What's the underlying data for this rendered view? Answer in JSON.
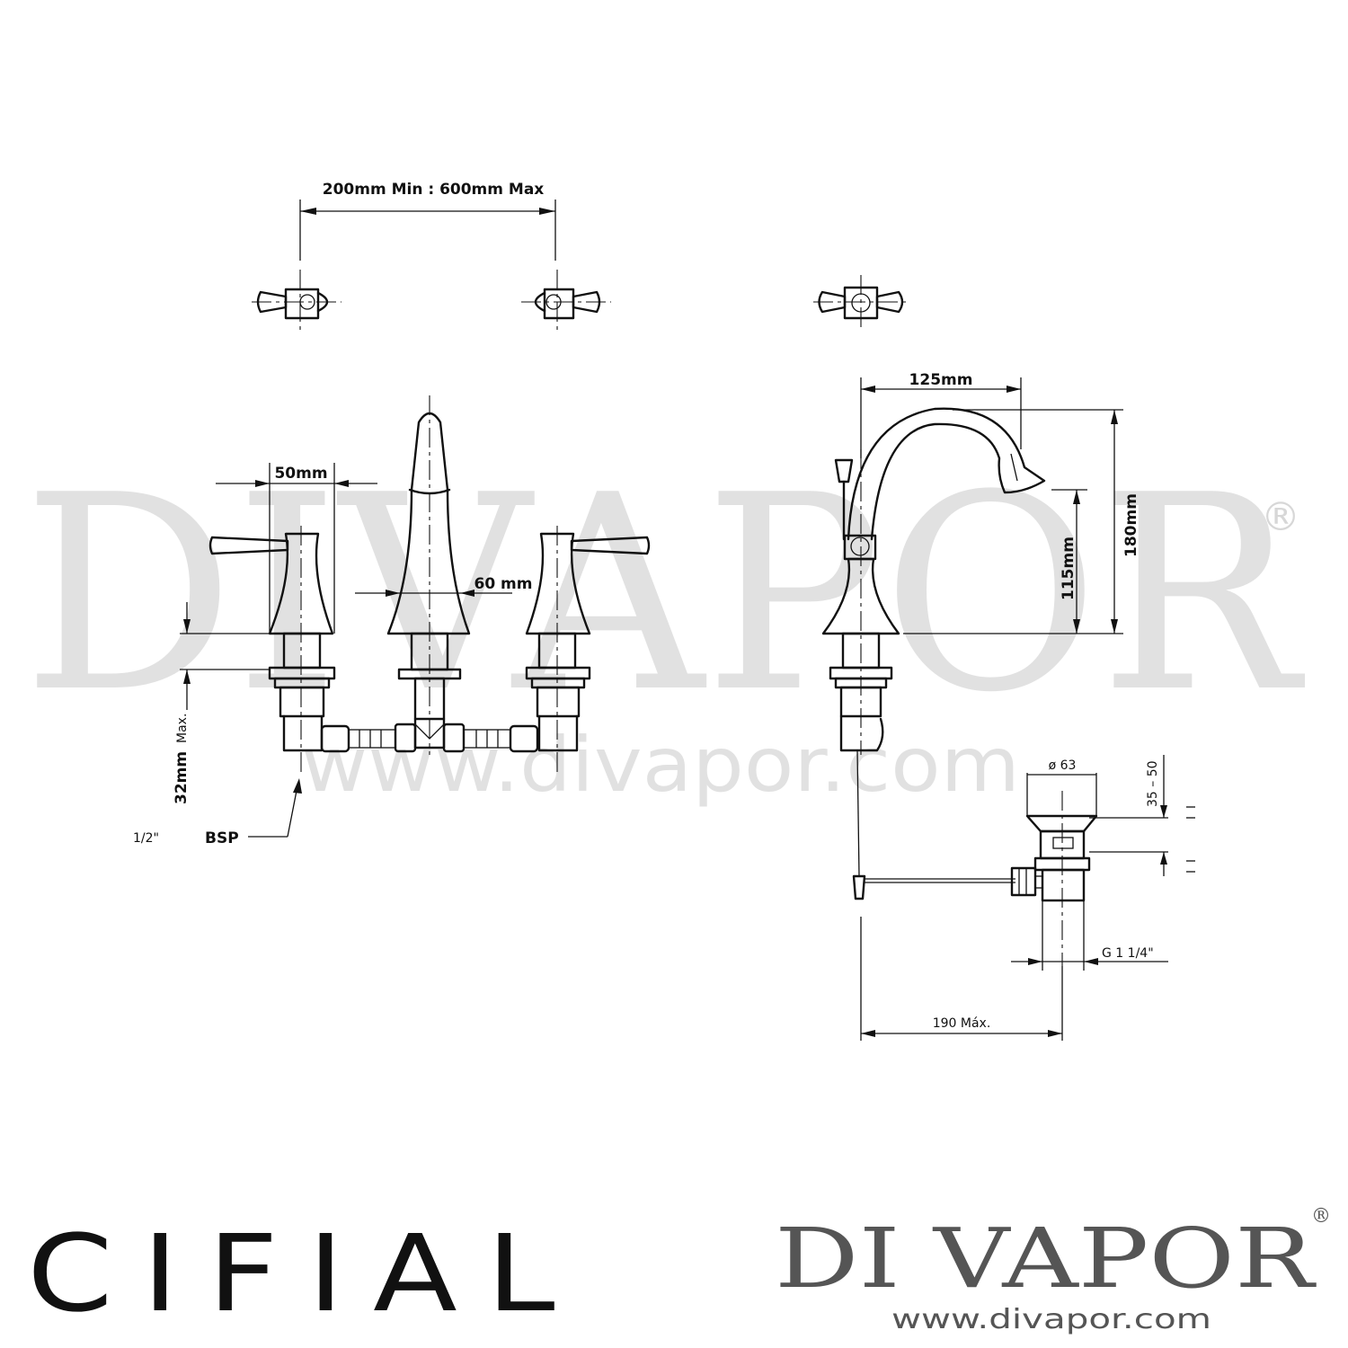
{
  "dimensions": {
    "spacing": "200mm Min : 600mm Max",
    "handle_width": "50mm",
    "spout_base": "60 mm",
    "spout_reach": "125mm",
    "total_height": "180mm",
    "spout_height": "115mm",
    "deck_max": "32mm",
    "deck_max_suffix": "Max.",
    "thread_size": "1/2\"",
    "thread_type": "BSP",
    "waste_diameter": "ø 63",
    "waste_range": "35 – 50",
    "waste_thread": "G 1 1/4\"",
    "rod_max": "190 Máx."
  },
  "watermark": {
    "text": "DIVAPOR",
    "url": "www.divapor.com",
    "registered": "®"
  },
  "brand": {
    "manufacturer_logo": "CIFIAL",
    "retailer": "DI VAPOR",
    "registered": "®",
    "retailer_url": "www.divapor.com"
  },
  "colors": {
    "line": "#111111",
    "watermark": "#bdbdbd",
    "retailer_brand": "#555555"
  }
}
